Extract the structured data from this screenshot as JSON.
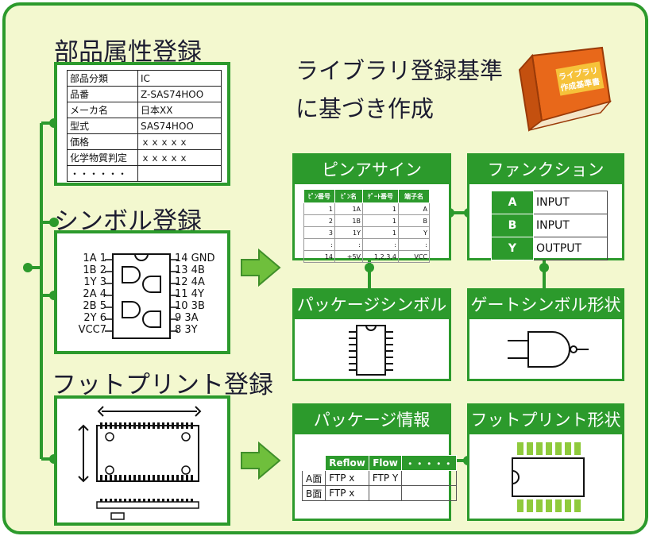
{
  "title_part_attr": "部品属性登録",
  "title_symbol": "シンボル登録",
  "title_footprint": "フットプリント登録",
  "center_text": {
    "line1": "ライブラリ登録基準",
    "line2": "に基づき作成"
  },
  "book": {
    "line1": "ライブラリ",
    "line2": "作成基準書"
  },
  "attr_table": [
    [
      "部品分類",
      "IC"
    ],
    [
      "品番",
      "Z-SAS74HOO"
    ],
    [
      "メーカ名",
      "日本XX"
    ],
    [
      "型式",
      "SAS74HOO"
    ],
    [
      "価格",
      "ｘｘｘｘｘ"
    ],
    [
      "化学物質判定",
      "ｘｘｘｘｘ"
    ],
    [
      "・・・・・・",
      ""
    ]
  ],
  "symbol_pins_left": [
    "1A 1",
    "1B 2",
    "1Y 3",
    "2A 4",
    "2B 5",
    "2Y 6",
    "VCC7"
  ],
  "symbol_pins_right": [
    "14 GND",
    "13 4B",
    "12 4A",
    "11 4Y",
    "10 3B",
    "9 3A",
    "8 3Y"
  ],
  "pin_assign": {
    "title": "ピンアサイン",
    "headers": [
      "ﾋﾟﾝ番号",
      "ﾋﾟﾝ名",
      "ｹﾞｰﾄ番号",
      "端子名"
    ],
    "rows": [
      [
        "1",
        "1A",
        "1",
        "A"
      ],
      [
        "2",
        "1B",
        "1",
        "B"
      ],
      [
        "3",
        "1Y",
        "1",
        "Y"
      ],
      [
        ":",
        ":",
        ":",
        ":"
      ],
      [
        "14",
        "+5V",
        "1,2,3,4",
        "VCC"
      ]
    ]
  },
  "function": {
    "title": "ファンクション",
    "rows": [
      [
        "A",
        "INPUT"
      ],
      [
        "B",
        "INPUT"
      ],
      [
        "Y",
        "OUTPUT"
      ]
    ]
  },
  "package_symbol": {
    "title": "パッケージシンボル"
  },
  "gate_symbol": {
    "title": "ゲートシンボル形状"
  },
  "package_info": {
    "title": "パッケージ情報",
    "headers": [
      "",
      "Reflow",
      "Flow",
      "・・・・・"
    ],
    "rows": [
      [
        "A面",
        "FTP x",
        "FTP Y",
        ""
      ],
      [
        "B面",
        "FTP x",
        "",
        ""
      ]
    ]
  },
  "footprint_shape": {
    "title": "フットプリント形状"
  },
  "colors": {
    "green": "#2c9a2c",
    "background": "#f3f8cf",
    "arrow": "#6fbf3c",
    "book": "#e8681a"
  }
}
